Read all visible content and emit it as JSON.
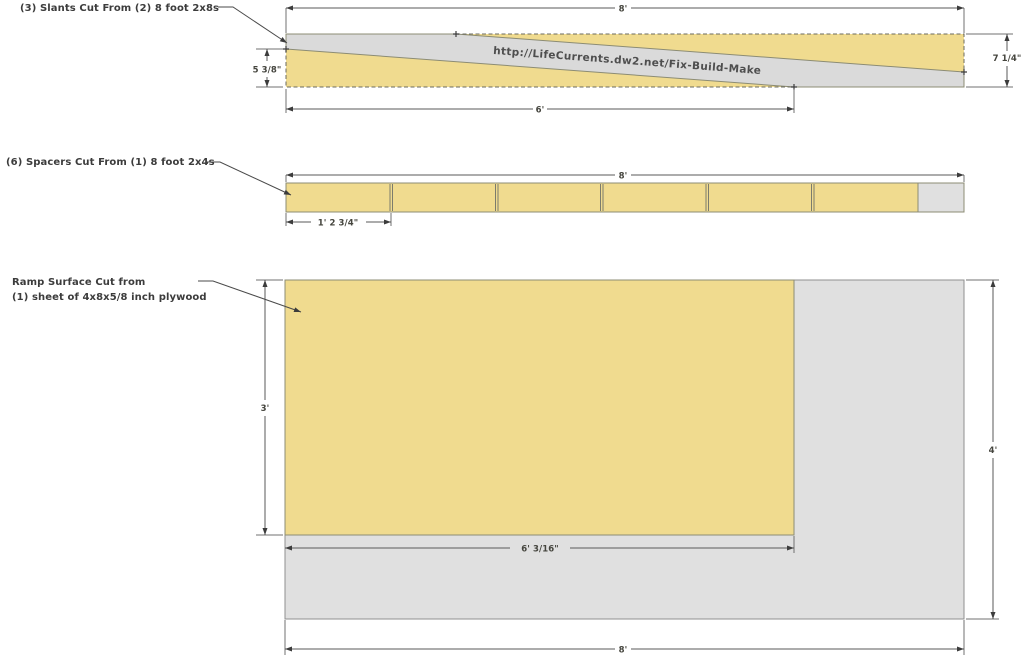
{
  "colors": {
    "wood": "#f0db8f",
    "waste": "#e0e0e0",
    "waste_band": "#dadada"
  },
  "slants": {
    "label": "(3) Slants Cut From (2) 8 foot 2x8s",
    "watermark_url": "http://LifeCurrents.dw2.net/Fix-Build-Make",
    "dim_total_length": "8'",
    "dim_thin_end": "5 3/8\"",
    "dim_thick_end": "7 1/4\"",
    "dim_slant_length": "6'"
  },
  "spacers": {
    "label": "(6) Spacers Cut From (1) 8 foot 2x4s",
    "dim_total_length": "8'",
    "dim_spacer_length": "1' 2 3/4\""
  },
  "ramp_surface": {
    "label_line1": "Ramp Surface Cut from",
    "label_line2": "(1) sheet of 4x8x5/8 inch plywood",
    "dim_piece_height": "3'",
    "dim_piece_length": "6' 3/16\"",
    "dim_sheet_height": "4'",
    "dim_sheet_length": "8'"
  }
}
